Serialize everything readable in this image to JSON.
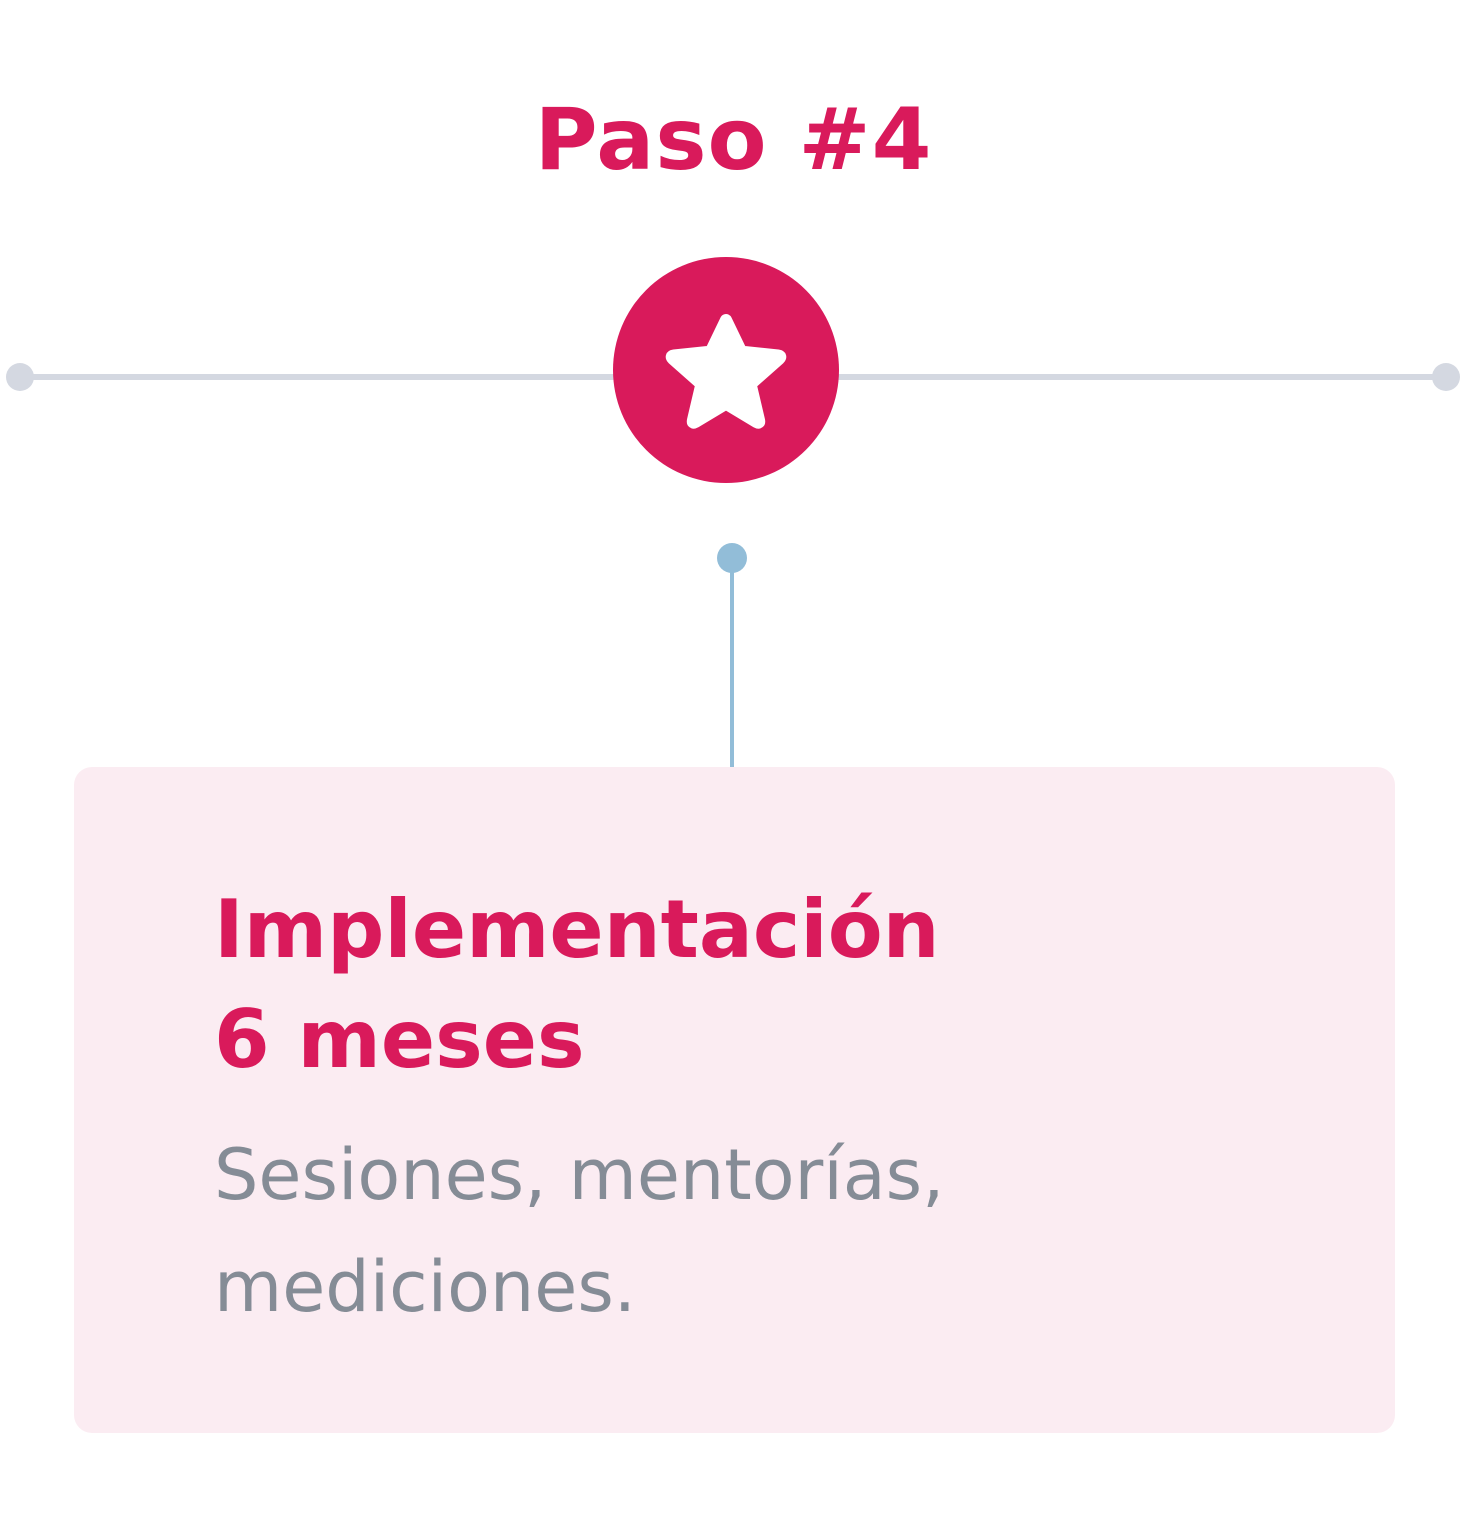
{
  "step": {
    "label": "Paso #4",
    "icon": "star-icon"
  },
  "card": {
    "title_line1": "Implementación",
    "title_line2": "6 meses",
    "description_line1": "Sesiones, mentorías,",
    "description_line2": "mediciones."
  },
  "colors": {
    "accent": "#d91a5b",
    "timeline": "#d4d8e1",
    "connector": "#92bdd8",
    "card_background": "#fbecf2",
    "description_text": "#858c96"
  }
}
